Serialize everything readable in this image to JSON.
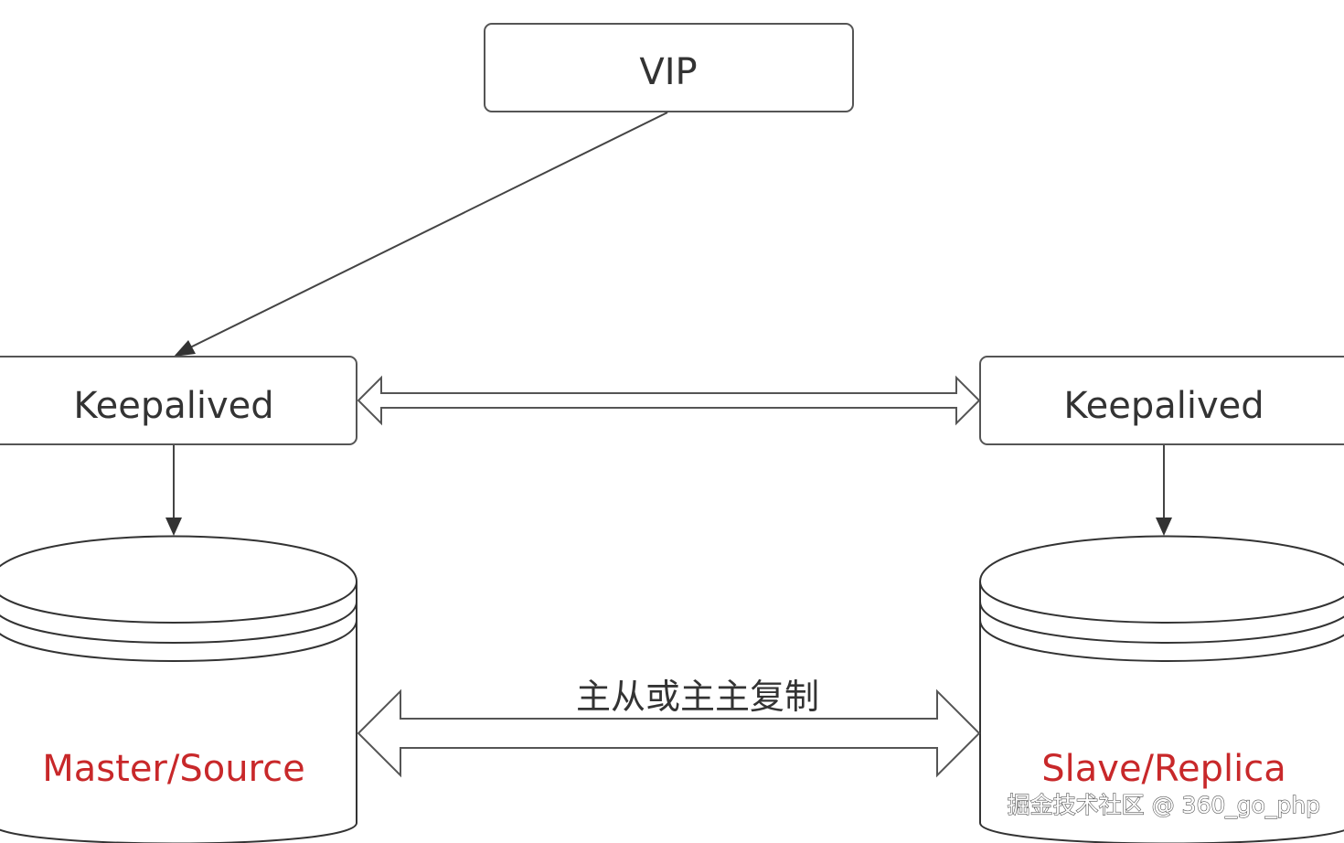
{
  "nodes": {
    "vip": {
      "label": "VIP"
    },
    "keepalived_left": {
      "label": "Keepalived"
    },
    "keepalived_right": {
      "label": "Keepalived"
    },
    "db_master": {
      "label": "Master/Source"
    },
    "db_slave": {
      "label": "Slave/Replica"
    }
  },
  "edges": {
    "replication": {
      "label": "主从或主主复制"
    }
  },
  "colors": {
    "db_label": "#c8282a",
    "text": "#333333",
    "stroke": "#555555"
  },
  "watermark": "掘金技术社区 @ 360_go_php"
}
